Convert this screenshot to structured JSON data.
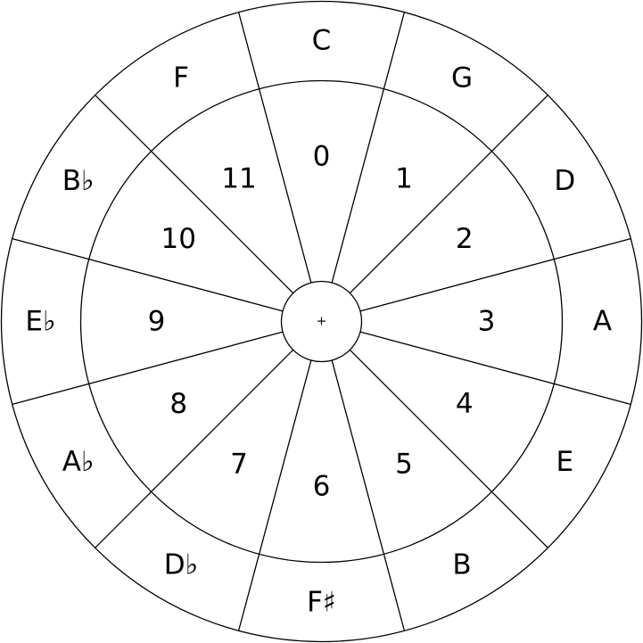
{
  "diagram": {
    "center_mark": "+",
    "sectors": [
      {
        "number": "0",
        "note": "C"
      },
      {
        "number": "1",
        "note": "G"
      },
      {
        "number": "2",
        "note": "D"
      },
      {
        "number": "3",
        "note": "A"
      },
      {
        "number": "4",
        "note": "E"
      },
      {
        "number": "5",
        "note": "B"
      },
      {
        "number": "6",
        "note": "F♯"
      },
      {
        "number": "7",
        "note": "D♭"
      },
      {
        "number": "8",
        "note": "A♭"
      },
      {
        "number": "9",
        "note": "E♭"
      },
      {
        "number": "10",
        "note": "B♭"
      },
      {
        "number": "11",
        "note": "F"
      }
    ]
  }
}
